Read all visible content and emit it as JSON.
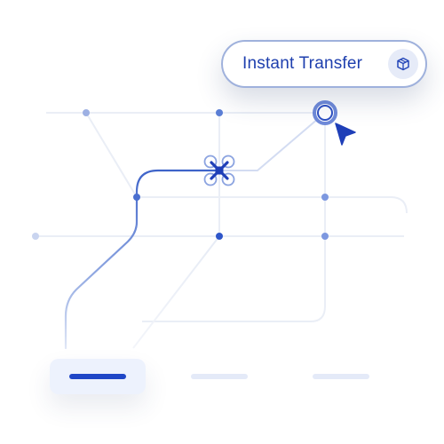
{
  "transfer_button": {
    "label": "Instant Transfer",
    "icon": "cube-icon"
  },
  "cursor": {
    "icon": "pointer-cursor-icon"
  },
  "tabs": [
    {
      "id": "tab-1",
      "active": true
    },
    {
      "id": "tab-2",
      "active": false
    },
    {
      "id": "tab-3",
      "active": false
    }
  ],
  "colors": {
    "accent": "#1f47c7",
    "accent_soft": "#5b7fd6",
    "grid_line": "#e8ecf5",
    "route": "#4a6fd0",
    "pill_border": "#9fb1dc",
    "tab_inactive": "#e4eaf8"
  }
}
